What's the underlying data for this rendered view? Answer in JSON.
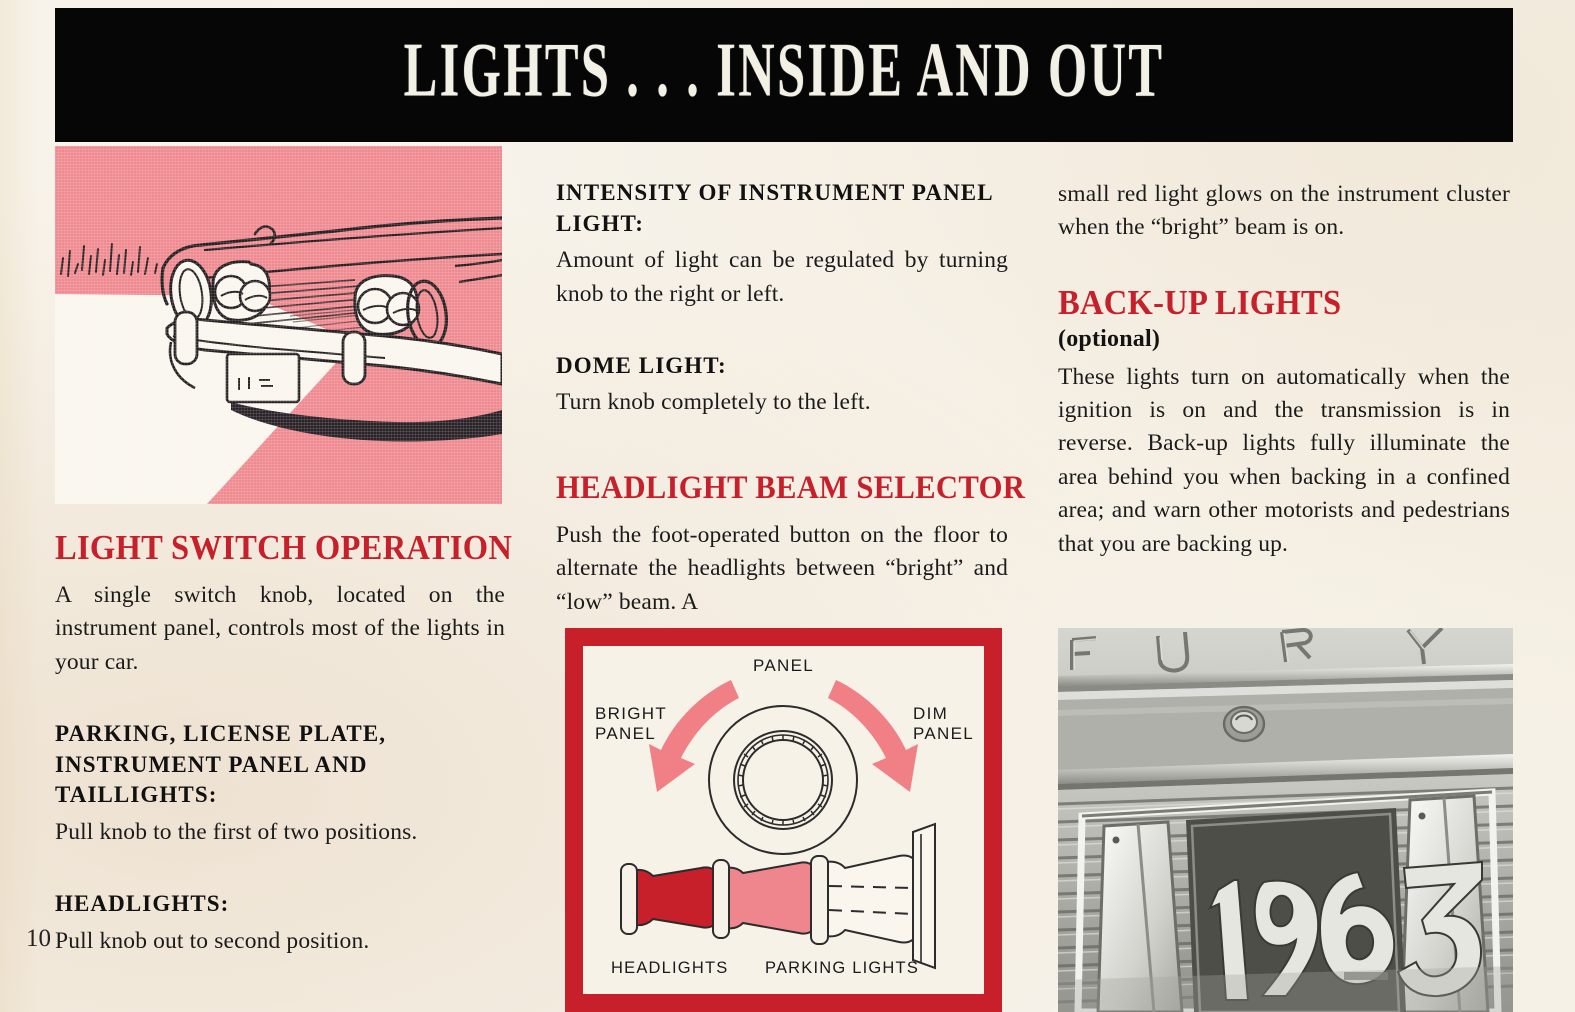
{
  "page": {
    "number": "10",
    "paper_color": "#f7f2e8",
    "accent_red": "#c8202b",
    "illustration_pink": "#ef8a90",
    "banner_color": "#060606"
  },
  "banner": {
    "title": "LIGHTS . . . INSIDE AND OUT"
  },
  "left_column": {
    "heading": "LIGHT SWITCH OPERATION",
    "intro_paragraph": "A single switch knob, located on the instrument panel, controls most of the lights in your car.",
    "subhead_1": "PARKING, LICENSE PLATE, INSTRUMENT PANEL AND TAILLIGHTS:",
    "paragraph_1": "Pull knob to the first of two positions.",
    "subhead_2": "HEADLIGHTS:",
    "paragraph_2": "Pull knob out to second position."
  },
  "middle_column": {
    "subhead_1": "INTENSITY OF INSTRUMENT PANEL LIGHT:",
    "paragraph_1": "Amount of light can be regulated by turning knob to the right or left.",
    "subhead_2": "DOME LIGHT:",
    "paragraph_2": "Turn knob completely to the left.",
    "heading": "HEADLIGHT BEAM SELECTOR",
    "paragraph_3": "Push the foot-operated button on the floor to alternate the headlights between “bright” and “low” beam. A"
  },
  "right_column": {
    "continued_paragraph": "small red light glows on the instrument cluster when the “bright” beam is on.",
    "heading": "BACK-UP LIGHTS",
    "optional_note": "(optional)",
    "paragraph_1": "These lights turn on automatically when the ignition is on and the transmission is in reverse. Back-up lights fully illuminate the area behind you when backing in a confined area; and warn other motorists and pedestrians that you are backing up."
  },
  "beam_diagram": {
    "label_panel": "PANEL",
    "label_bright": "BRIGHT\nPANEL",
    "label_dim": "DIM\nPANEL",
    "caption_headlights": "HEADLIGHTS",
    "caption_parking": "PARKING LIGHTS",
    "knob_color_headlights": "#c8202b",
    "knob_color_parking": "#f0868d",
    "arrow_color": "#f08086"
  },
  "photo": {
    "badge_text": "F U R Y",
    "license_plate_text": "1963"
  }
}
